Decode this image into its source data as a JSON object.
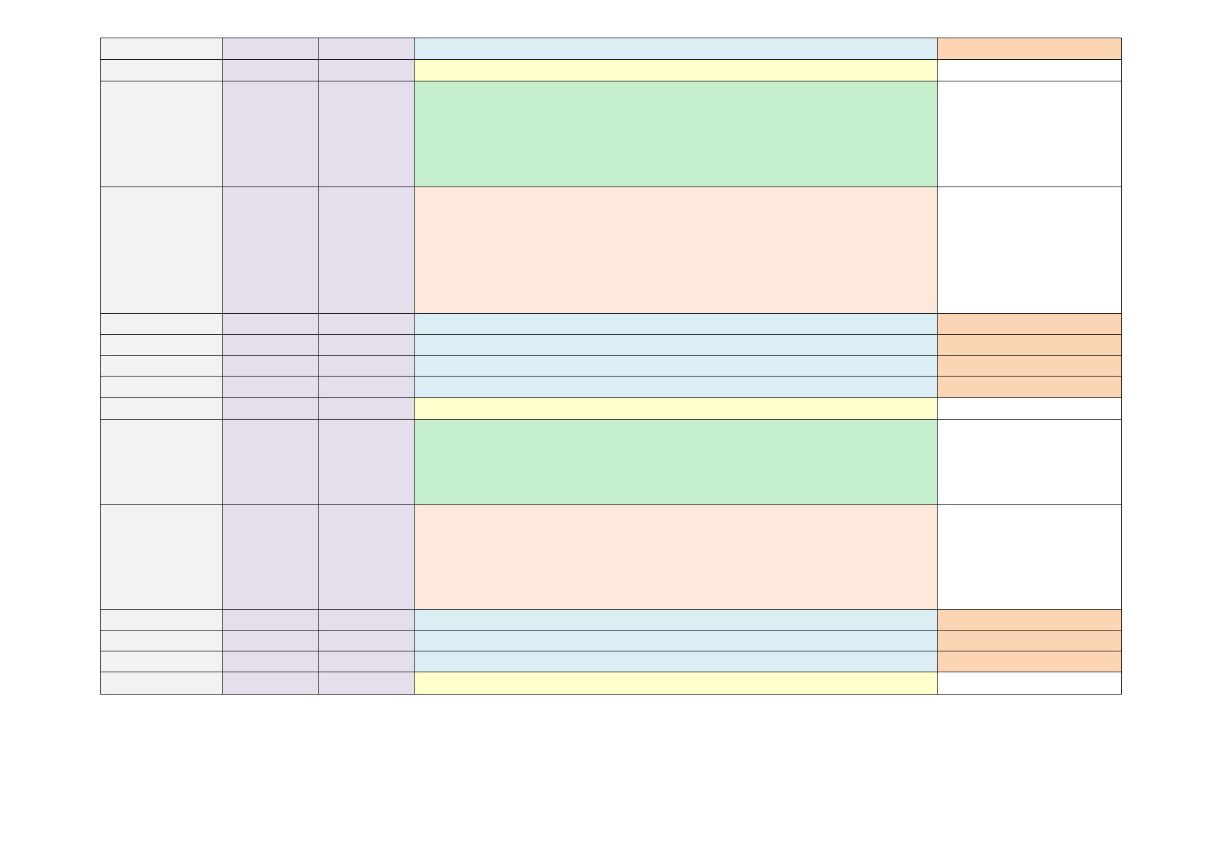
{
  "sheet": {
    "colors": {
      "gray": "#f2f2f2",
      "lavender": "#e5dfec",
      "light_blue": "#dbeef3",
      "light_yellow": "#ffffcc",
      "light_green": "#c6efce",
      "peach": "#fce9db",
      "orange": "#fcd5b4",
      "white": "#ffffff"
    },
    "rows": [
      {
        "kind": "blue",
        "cells": [
          "",
          "",
          "",
          "",
          ""
        ]
      },
      {
        "kind": "yellow",
        "cells": [
          "",
          "",
          "",
          "",
          ""
        ]
      },
      {
        "kind": "green",
        "cells": [
          "",
          "",
          "",
          "",
          ""
        ]
      },
      {
        "kind": "peach",
        "cells": [
          "",
          "",
          "",
          "",
          ""
        ]
      },
      {
        "kind": "blue",
        "cells": [
          "",
          "",
          "",
          "",
          ""
        ]
      },
      {
        "kind": "blue",
        "cells": [
          "",
          "",
          "",
          "",
          ""
        ]
      },
      {
        "kind": "blue",
        "cells": [
          "",
          "",
          "",
          "",
          ""
        ]
      },
      {
        "kind": "blue",
        "cells": [
          "",
          "",
          "",
          "",
          ""
        ]
      },
      {
        "kind": "yellow",
        "cells": [
          "",
          "",
          "",
          "",
          ""
        ]
      },
      {
        "kind": "green",
        "cells": [
          "",
          "",
          "",
          "",
          ""
        ]
      },
      {
        "kind": "peach",
        "cells": [
          "",
          "",
          "",
          "",
          ""
        ]
      },
      {
        "kind": "blue",
        "cells": [
          "",
          "",
          "",
          "",
          ""
        ]
      },
      {
        "kind": "blue",
        "cells": [
          "",
          "",
          "",
          "",
          ""
        ]
      },
      {
        "kind": "blue",
        "cells": [
          "",
          "",
          "",
          "",
          ""
        ]
      },
      {
        "kind": "yellow",
        "cells": [
          "",
          "",
          "",
          "",
          ""
        ]
      }
    ]
  }
}
